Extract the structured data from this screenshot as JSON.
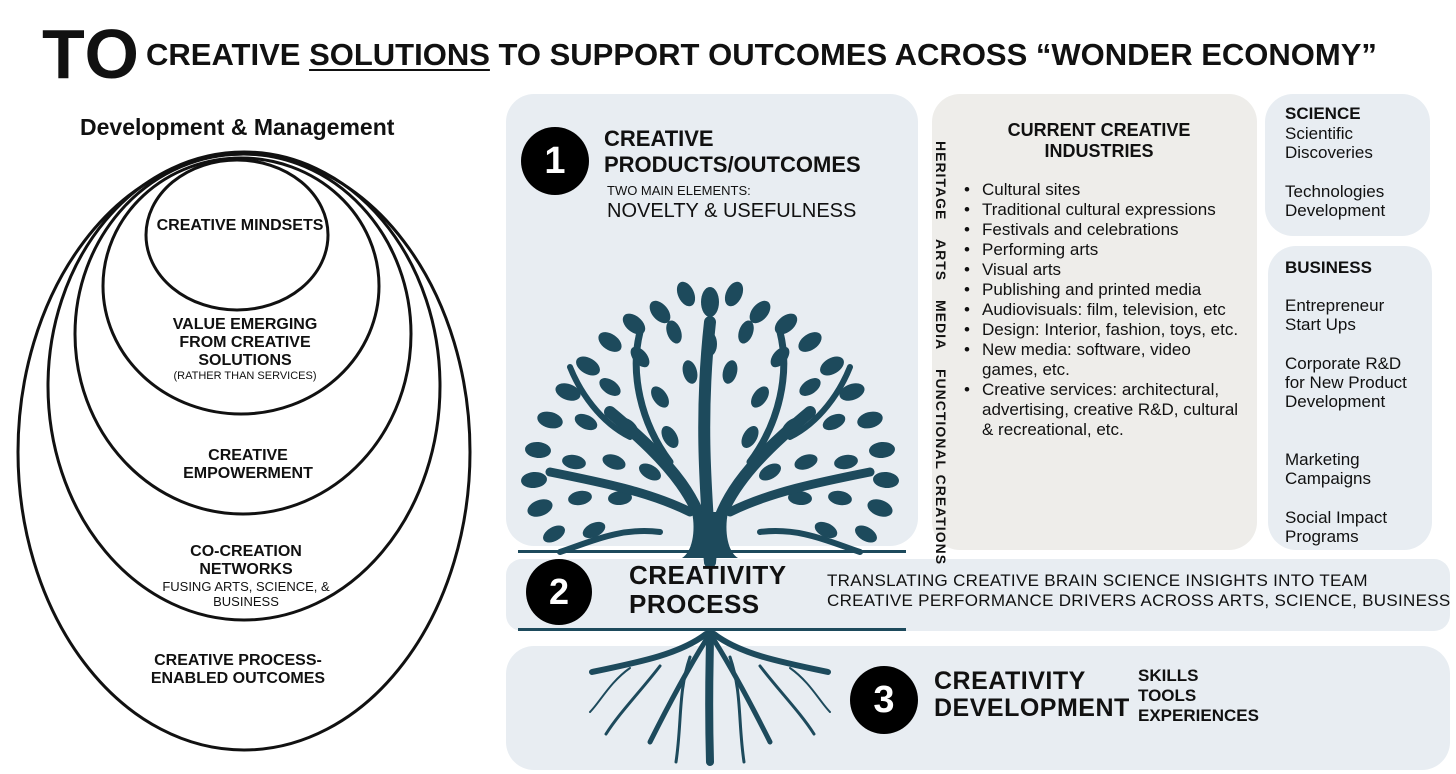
{
  "header": {
    "prefix": "TO",
    "title_before": "CREATIVE ",
    "title_underlined": "SOLUTIONS",
    "title_after": " TO SUPPORT OUTCOMES ACROSS “WONDER ECONOMY”"
  },
  "left": {
    "heading": "Development & Management",
    "rings": [
      {
        "label": "CREATIVE MINDSETS",
        "sub": ""
      },
      {
        "label": "VALUE EMERGING FROM CREATIVE SOLUTIONS",
        "sub": "(RATHER THAN SERVICES)"
      },
      {
        "label": "CREATIVE EMPOWERMENT",
        "sub": ""
      },
      {
        "label": "CO-CREATION NETWORKS",
        "sub": "FUSING ARTS, SCIENCE, & BUSINESS"
      },
      {
        "label": "CREATIVE PROCESS-ENABLED OUTCOMES",
        "sub": ""
      }
    ]
  },
  "section1": {
    "number": "1",
    "title": "CREATIVE PRODUCTS/OUTCOMES",
    "subtitle": "TWO MAIN ELEMENTS:",
    "subtitle2": "NOVELTY & USEFULNESS"
  },
  "industries": {
    "vertical_labels": [
      "HERITAGE",
      "ARTS",
      "MEDIA",
      "FUNCTIONAL CREATIONS"
    ],
    "heading": "CURRENT CREATIVE INDUSTRIES",
    "items": [
      "Cultural sites",
      "Traditional cultural expressions",
      "Festivals and celebrations",
      "Performing arts",
      "Visual arts",
      "Publishing and printed media",
      "Audiovisuals: film, television, etc",
      "Design: Interior, fashion, toys, etc.",
      "New media: software, video games, etc.",
      "Creative services: architectural, advertising, creative R&D, cultural & recreational, etc."
    ]
  },
  "science": {
    "heading": "SCIENCE",
    "item1": "Scientific Discoveries",
    "item2": "Technologies Development"
  },
  "business": {
    "heading": "BUSINESS",
    "items": [
      "Entrepreneur Start Ups",
      "Corporate R&D for New Product Development",
      "Marketing Campaigns",
      "Social Impact Programs"
    ]
  },
  "section2": {
    "number": "2",
    "title": "CREATIVITY PROCESS",
    "description_line1": "TRANSLATING CREATIVE BRAIN SCIENCE INSIGHTS INTO TEAM",
    "description_line2": "CREATIVE PERFORMANCE DRIVERS ACROSS ARTS, SCIENCE, BUSINESS"
  },
  "section3": {
    "number": "3",
    "title": "CREATIVITY DEVELOPMENT",
    "items": [
      "SKILLS",
      "TOOLS",
      "EXPERIENCES"
    ]
  },
  "colors": {
    "panel_blue": "#e8edf2",
    "panel_beige": "#eeedea",
    "tree": "#1d4a5c",
    "text": "#111111"
  }
}
